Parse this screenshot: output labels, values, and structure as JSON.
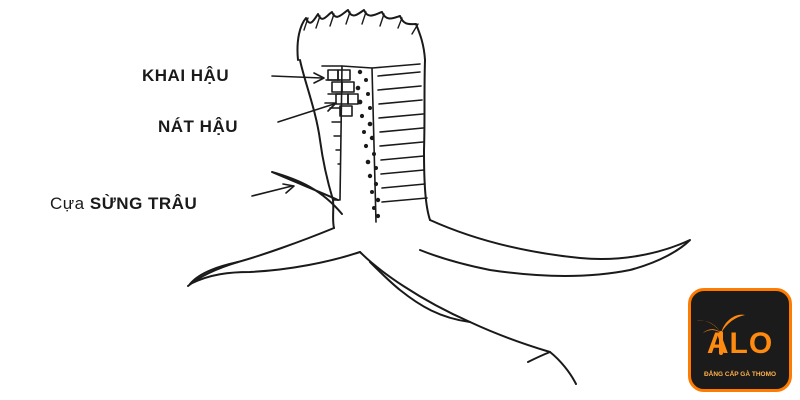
{
  "labels": {
    "khai_hau": "KHAI HẬU",
    "nat_hau": "NÁT HẬU",
    "cua_prefix": "Cựa",
    "cua_strong": "SỪNG TRÂU"
  },
  "logo": {
    "text": "ALO",
    "subtitle": "ĐẲNG CẤP GÀ THOMO",
    "accent_color": "#ff7a00",
    "background_color": "#1b1b1b"
  },
  "colors": {
    "ink": "#1a1a1a",
    "paper": "#ffffff"
  }
}
